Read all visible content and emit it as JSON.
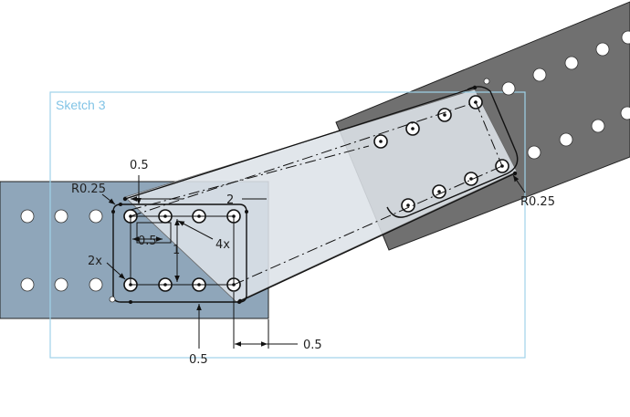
{
  "sketch": {
    "name": "Sketch 3"
  },
  "colors": {
    "plate_left": "#8fa6ba",
    "plate_right": "#6f6f6f",
    "bar": "#dde3e8",
    "sketch_frame": "#9fd3ea",
    "sketch_label": "#82c4e6",
    "hole": "#ffffff",
    "line": "#111111"
  },
  "dimensions": {
    "offset_top": "0.5",
    "corner_radius_left": "R0.25",
    "width": "2",
    "hole_pitch": "0.5",
    "hole_count": "4x",
    "height": "1",
    "row_count": "2x",
    "offset_bottom": "0.5",
    "offset_right": "0.5",
    "corner_radius_right": "R0.25"
  }
}
